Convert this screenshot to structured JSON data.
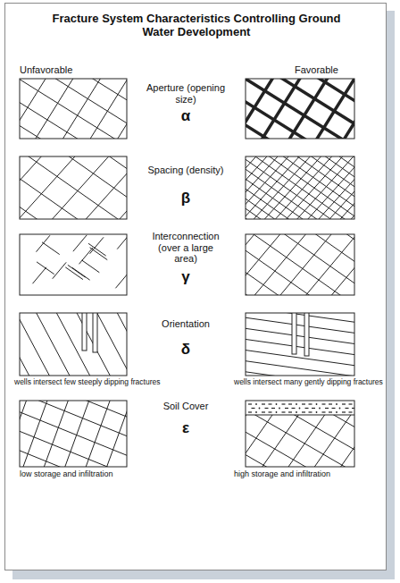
{
  "diagram": {
    "title": "Fracture System Characteristics Controlling Ground Water Development",
    "labels": [
      "Unfavorable",
      "Favorable",
      "Aperture (opening size)",
      "α",
      "Spacing (density)",
      "β",
      "Interconnection (over a large area)",
      "γ",
      "Orientation",
      "δ",
      "wells intersect few steeply dipping fractures",
      "wells intersect many gently dipping fractures",
      "Soil Cover",
      "ε",
      "low storage and infiltration",
      "high storage and infiltration"
    ]
  }
}
